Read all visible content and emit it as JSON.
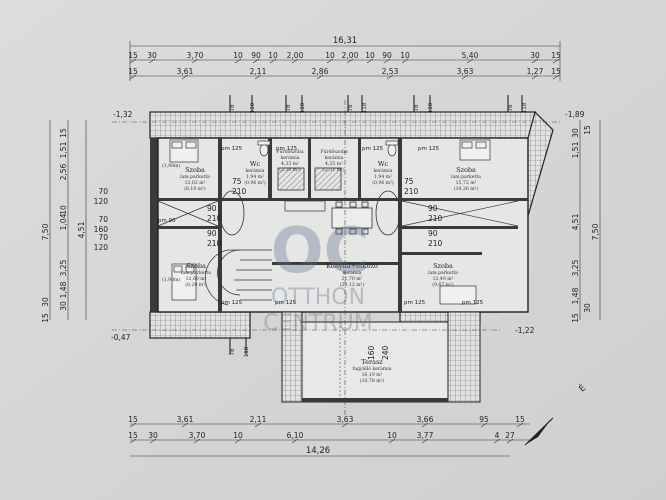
{
  "dimensions": {
    "total_top": "16,31",
    "top_row1": [
      "15",
      "30",
      "3,70",
      "10",
      "90",
      "10",
      "2,00",
      "10",
      "2,00",
      "10",
      "90",
      "10",
      "5,40",
      "30",
      "15"
    ],
    "top_row2": [
      "15",
      "3,61",
      "2,11",
      "2,86",
      "2,53",
      "3,63",
      "1,27",
      "15"
    ],
    "bottom_row1": [
      "15",
      "3,61",
      "2,11",
      "3,63",
      "3,66",
      "95",
      "15"
    ],
    "bottom_row2": [
      "15",
      "30",
      "3,70",
      "10",
      "6,10",
      "10",
      "3,77",
      "4",
      "27"
    ],
    "total_bottom": "14,26",
    "left_outer": [
      "15",
      "30",
      "1,51",
      "2,56",
      "3,25",
      "10",
      "1,04",
      "4,51",
      "7,50",
      "1,48",
      "30",
      "15"
    ],
    "left_inner": [
      "70",
      "120",
      "70",
      "160",
      "70",
      "120"
    ],
    "right_outer": [
      "1,51",
      "30",
      "15",
      "3,25",
      "4,51",
      "7,50",
      "1,48",
      "15",
      "30"
    ],
    "levels": [
      "-1,32",
      "-1,89",
      "-0,47",
      "-1,22"
    ],
    "window_top": [
      "78",
      "118"
    ],
    "inner": [
      "90",
      "210"
    ],
    "stair": [
      "160",
      "240"
    ]
  },
  "rooms": {
    "szoba_nw": {
      "name": "Szoba",
      "floor": "lam.parketta",
      "area1": "12,02 m²",
      "area2": "(8,10 m²)",
      "ceiling": "(1,90m)"
    },
    "wc_left": {
      "name": "Wc",
      "floor": "kerámia",
      "area1": "1,94 m²",
      "area2": "(0,96 m²)"
    },
    "furdo_left": {
      "name": "Fürdőszoba",
      "floor": "kerámia",
      "area1": "4,33 m²",
      "area2": "(2,30 m²)"
    },
    "furdo_right": {
      "name": "Fürdőszoba",
      "floor": "kerámia",
      "area1": "4,35 m²",
      "area2": "(2,31 m²)"
    },
    "wc_right": {
      "name": "Wc",
      "floor": "kerámia",
      "area1": "1,94 m²",
      "area2": "(0,96 m²)"
    },
    "szoba_ne": {
      "name": "Szoba",
      "floor": "lam.parketta",
      "area1": "15,72 m²",
      "area2": "(10,26 m²)"
    },
    "szoba_sw": {
      "name": "Szoba",
      "floor": "lam.parketta",
      "area1": "12,00 m²",
      "area2": "(8,20 m²)",
      "ceiling": "(1,90m)"
    },
    "konyha": {
      "name": "Konyha+étkező",
      "floor": "kerámia",
      "area1": "21,70 m²",
      "area2": "(23,12 m²)"
    },
    "szoba_se": {
      "name": "Szoba",
      "floor": "lam.parketta",
      "area1": "12,49 m²",
      "area2": "(9,67 m²)"
    },
    "terasz": {
      "name": "Terasz",
      "floor": "fagyálló kerámia",
      "area1": "16,19 m²",
      "area2": "(10,78 m²)"
    }
  },
  "tags": {
    "pm": [
      "pm 125",
      "pm 125",
      "pm 125",
      "pm 125",
      "pm 125",
      "pm 125",
      "pm 125",
      "pm 125"
    ],
    "pm90": "pm 90",
    "door75": "75",
    "door210": "210"
  },
  "watermark": {
    "logo": "OC",
    "line1": "OTTHON",
    "line2": "CENTRUM"
  },
  "north": "É"
}
